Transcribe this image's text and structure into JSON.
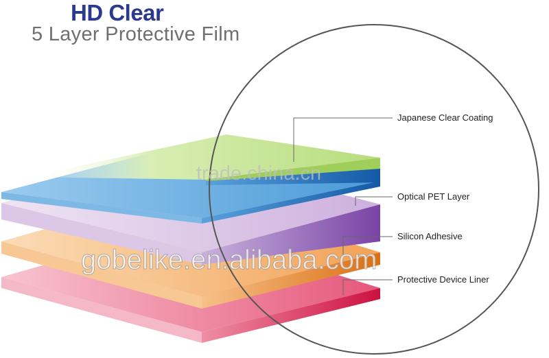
{
  "header": {
    "title": "HD Clear",
    "subtitle": "5 Layer Protective Film"
  },
  "layers": [
    {
      "label": "Japanese Clear Coating",
      "top_color": "#c9e69a",
      "side_color": "#8fbf45"
    },
    {
      "label": "Optical PET Layer",
      "top_color": "#6fb4e6",
      "side_color": "#1f6fb8"
    },
    {
      "label": "",
      "top_color": "#e2cdea",
      "side_color": "#8a58b0"
    },
    {
      "label": "Silicon Adhesive",
      "top_color": "#f6c08a",
      "side_color": "#e0791e"
    },
    {
      "label": "Protective Device Liner",
      "top_color": "#f4a1b4",
      "side_color": "#d81f4d"
    }
  ],
  "watermarks": {
    "primary": "trade.china.cn",
    "secondary": "gobelike.en.alibaba.com"
  },
  "colors": {
    "title": "#2b3a8f",
    "subtitle": "#6f6f6f",
    "circle": "#555555",
    "leader": "#666666"
  }
}
